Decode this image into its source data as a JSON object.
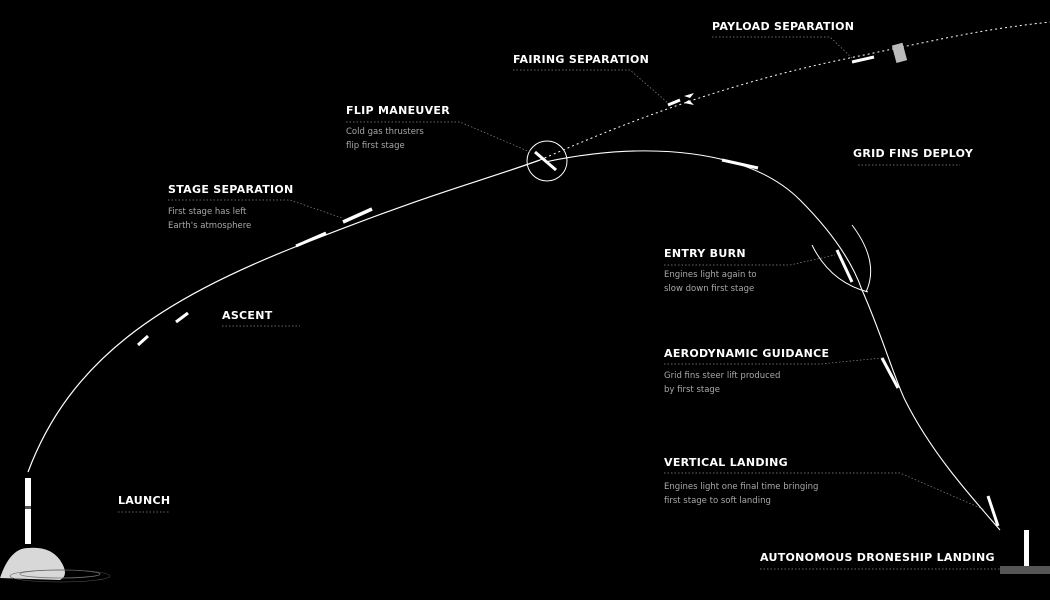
{
  "colors": {
    "background": "#000000",
    "trajectory": "#ffffff",
    "leader": "#8a8a8a",
    "description": "#a8a8a8"
  },
  "stages": {
    "payload_separation": {
      "title": "PAYLOAD SEPARATION"
    },
    "fairing_separation": {
      "title": "FAIRING SEPARATION"
    },
    "flip_maneuver": {
      "title": "FLIP MANEUVER",
      "line1": "Cold gas thrusters",
      "line2": "flip first stage"
    },
    "grid_fins_deploy": {
      "title": "GRID FINS DEPLOY"
    },
    "stage_separation": {
      "title": "STAGE SEPARATION",
      "line1": "First stage has left",
      "line2": "Earth's atmosphere"
    },
    "entry_burn": {
      "title": "ENTRY BURN",
      "line1": "Engines light again to",
      "line2": "slow down first stage"
    },
    "ascent": {
      "title": "ASCENT"
    },
    "aerodynamic_guidance": {
      "title": "AERODYNAMIC GUIDANCE",
      "line1": "Grid fins steer lift produced",
      "line2": "by first stage"
    },
    "vertical_landing": {
      "title": "VERTICAL LANDING",
      "line1": "Engines light one final time bringing",
      "line2": "first stage to soft landing"
    },
    "launch": {
      "title": "LAUNCH"
    },
    "autonomous_droneship_landing": {
      "title": "AUTONOMOUS DRONESHIP LANDING"
    }
  },
  "icons": {
    "rocket": "rocket-icon",
    "payload": "payload-icon",
    "fairing": "fairing-icon",
    "droneship": "droneship-icon",
    "launch_smoke": "smoke-icon"
  }
}
